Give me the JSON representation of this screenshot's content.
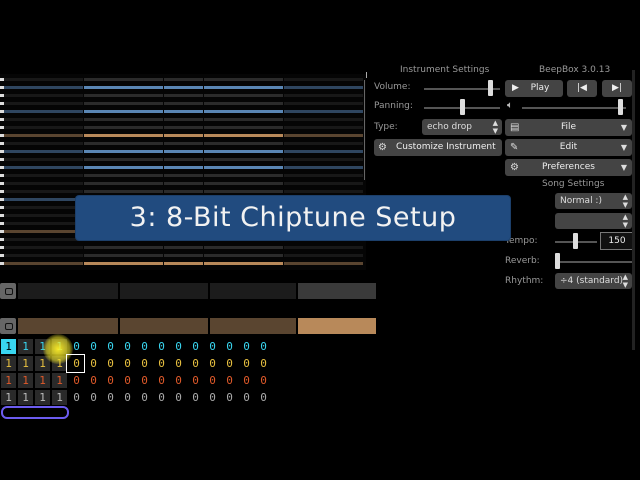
{
  "app": {
    "title": "BeepBox 3.0.13"
  },
  "instrument_settings": {
    "header": "Instrument Settings",
    "volume_label": "Volume:",
    "volume_level": 0.9,
    "panning_label": "Panning:",
    "panning_level": 0.5,
    "type_label": "Type:",
    "type_value": "echo drop",
    "customize_label": "Customize Instrument"
  },
  "transport": {
    "play_label": "Play",
    "play_icon": "play-icon",
    "prev_icon": "skip-previous-icon",
    "next_icon": "skip-next-icon",
    "master_volume_level": 0.97
  },
  "menus": {
    "file_label": "File",
    "edit_label": "Edit",
    "preferences_label": "Preferences"
  },
  "song_settings": {
    "header": "Song Settings",
    "scale_value": "Normal :)",
    "tempo_label": "Tempo:",
    "tempo_value": "150",
    "reverb_label": "Reverb:",
    "reverb_level": 0.0,
    "rhythm_label": "Rhythm:",
    "rhythm_value": "÷4 (standard)"
  },
  "overlay": {
    "caption": "3: 8-Bit Chiptune Setup"
  },
  "pattern_grid": {
    "rows": [
      {
        "color": "#39d6f0",
        "values": [
          "1",
          "1",
          "1",
          "1",
          "0",
          "0",
          "0",
          "0",
          "0",
          "0",
          "0",
          "0",
          "0",
          "0",
          "0",
          "0"
        ]
      },
      {
        "color": "#e8c040",
        "values": [
          "1",
          "1",
          "1",
          "1",
          "0",
          "0",
          "0",
          "0",
          "0",
          "0",
          "0",
          "0",
          "0",
          "0",
          "0",
          "0"
        ]
      },
      {
        "color": "#e05a2a",
        "values": [
          "1",
          "1",
          "1",
          "1",
          "0",
          "0",
          "0",
          "0",
          "0",
          "0",
          "0",
          "0",
          "0",
          "0",
          "0",
          "0"
        ]
      },
      {
        "color": "#aaaaaa",
        "values": [
          "1",
          "1",
          "1",
          "1",
          "0",
          "0",
          "0",
          "0",
          "0",
          "0",
          "0",
          "0",
          "0",
          "0",
          "0",
          "0"
        ]
      }
    ]
  },
  "colors": {
    "pitch_blue": "#5a86b4",
    "pitch_blue_dim": "#2f4660",
    "drum_brown": "#b8895a",
    "drum_brown_dim": "#5a4530",
    "banner": "#214b7f",
    "loop": "#6c5cf0"
  }
}
